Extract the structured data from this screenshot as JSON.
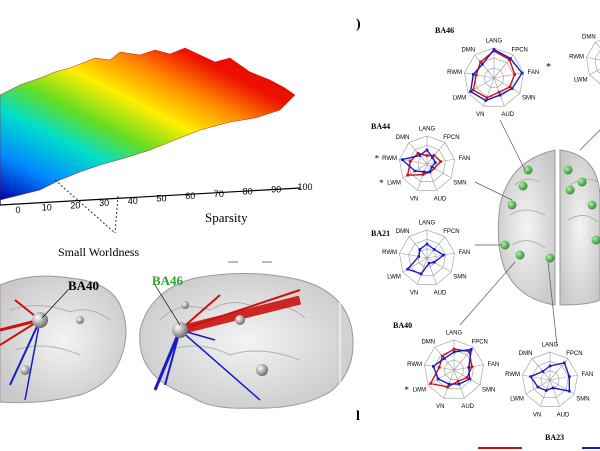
{
  "surface_plot": {
    "xlabel": "Sparsity",
    "annotation": "Small Worldness",
    "x_ticks": [
      "0",
      "10",
      "20",
      "30",
      "40",
      "50",
      "60",
      "70",
      "80",
      "90",
      "100"
    ]
  },
  "brain_panel": {
    "labels": [
      {
        "text": "BA40",
        "color": "#000000"
      },
      {
        "text": "BA46",
        "color": "#2e9b2e"
      }
    ]
  },
  "spoke_axes": [
    "LANG",
    "FPCN",
    "FAN",
    "SMN",
    "AUD",
    "VN",
    "LWM",
    "RWM",
    "DMN"
  ],
  "spoke_axes_short_dmn_first": [
    "DMN",
    "LANG",
    "FPCN",
    "FAN",
    "SMN",
    "AUD",
    "VN",
    "LWM",
    "RWM"
  ],
  "radar_charts": [
    {
      "title": "BA46",
      "star": "FAN"
    },
    {
      "title": "BA44",
      "star_left": [
        "RWM",
        "LWM"
      ]
    },
    {
      "title": "BA21"
    },
    {
      "title": "BA40",
      "star_left": [
        "LWM"
      ]
    },
    {
      "title": "BA23"
    }
  ],
  "panel_letters": [
    "l"
  ],
  "colors": {
    "red": "#cc1111",
    "blue": "#1a1acc",
    "node_green": "#3aa83a"
  }
}
